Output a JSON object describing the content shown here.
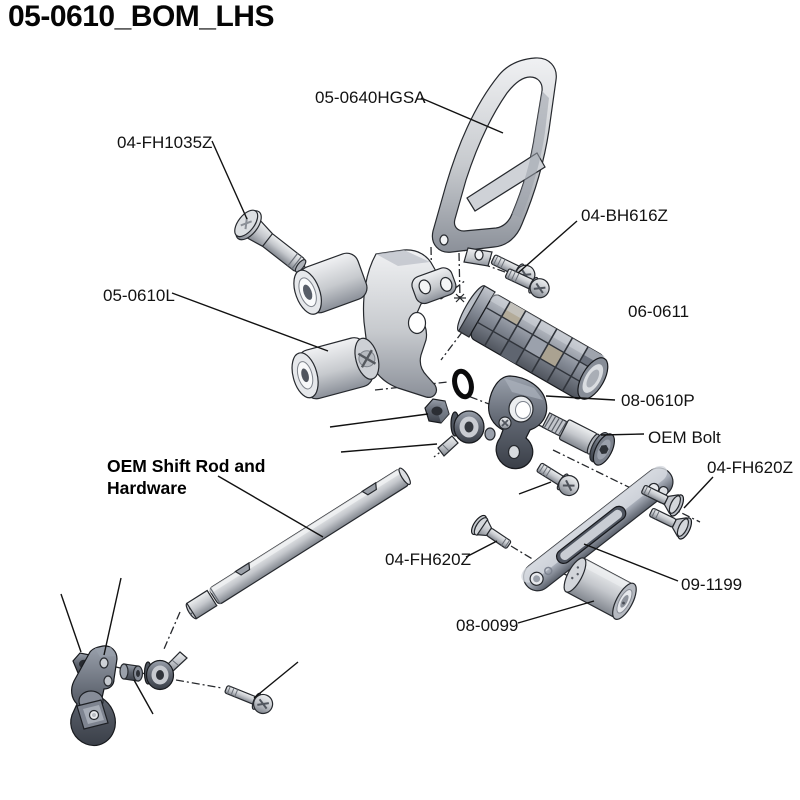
{
  "title": "05-0610_BOM_LHS",
  "diagram_type": "exploded-view parts diagram (BOM, left-hand side)",
  "colors": {
    "background": "#ffffff",
    "line": "#111111",
    "outline": "#26292e",
    "part_light": "#d7d9dd",
    "part_mid": "#9aa1ad",
    "part_dark": "#555b66"
  },
  "labels": [
    {
      "text": "05-0640HGSA"
    },
    {
      "text": "04-FH1035Z"
    },
    {
      "text": "05-0610L"
    },
    {
      "text": "04-BH616Z"
    },
    {
      "text": "06-0611"
    },
    {
      "text": "08-0610P"
    },
    {
      "text": "OEM Bolt"
    },
    {
      "text": "04-FH620Z"
    },
    {
      "text": "OEM Shift Rod and",
      "text2": "Hardware",
      "bold": true
    },
    {
      "text": "04-FH620Z"
    },
    {
      "text": "09-1199"
    },
    {
      "text": "08-0099"
    }
  ]
}
